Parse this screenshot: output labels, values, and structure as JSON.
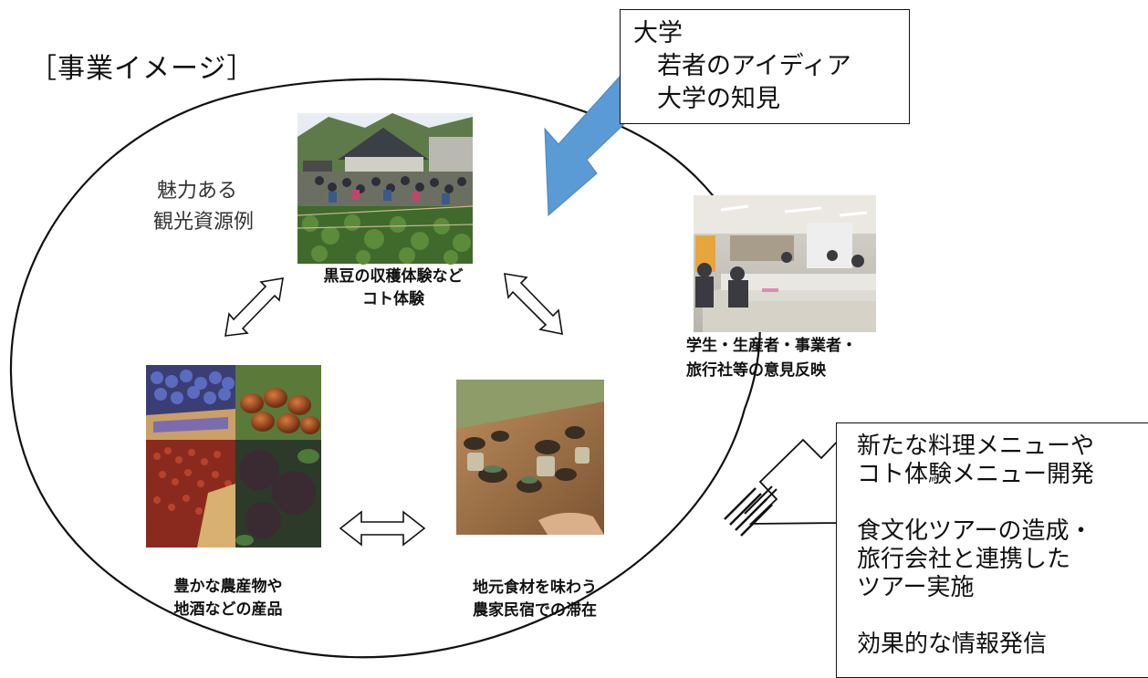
{
  "title": "［事業イメージ］",
  "attractive_resources": {
    "line1": "魅力ある",
    "line2": "観光資源例"
  },
  "university_box": {
    "heading": "大学",
    "item1": "若者のアイディア",
    "item2": "大学の知見"
  },
  "captions": {
    "black_bean": [
      "黒豆の収穫体験など",
      "コト体験"
    ],
    "meeting": [
      "学生・生産者・事業者・",
      "旅行社等の意見反映"
    ],
    "products": [
      "豊かな農産物や",
      "地酒などの産品"
    ],
    "farm_stay": [
      "地元食材を味わう",
      "農家民宿での滞在"
    ]
  },
  "results_box": {
    "item1": [
      "新たな料理メニューや",
      "コト体験メニュー開発"
    ],
    "item2": [
      "食文化ツアーの造成・",
      "旅行会社と連携した",
      "ツアー実施"
    ],
    "item3": [
      "効果的な情報発信"
    ]
  },
  "colors": {
    "arrow_blue": "#5b9bd5",
    "line": "#111111"
  },
  "icons": {
    "university_arrow": "big-blue-arrow-icon",
    "exchange_arrows": "double-headed-arrow-icon",
    "result_arrow": "striped-right-arrow-icon"
  }
}
